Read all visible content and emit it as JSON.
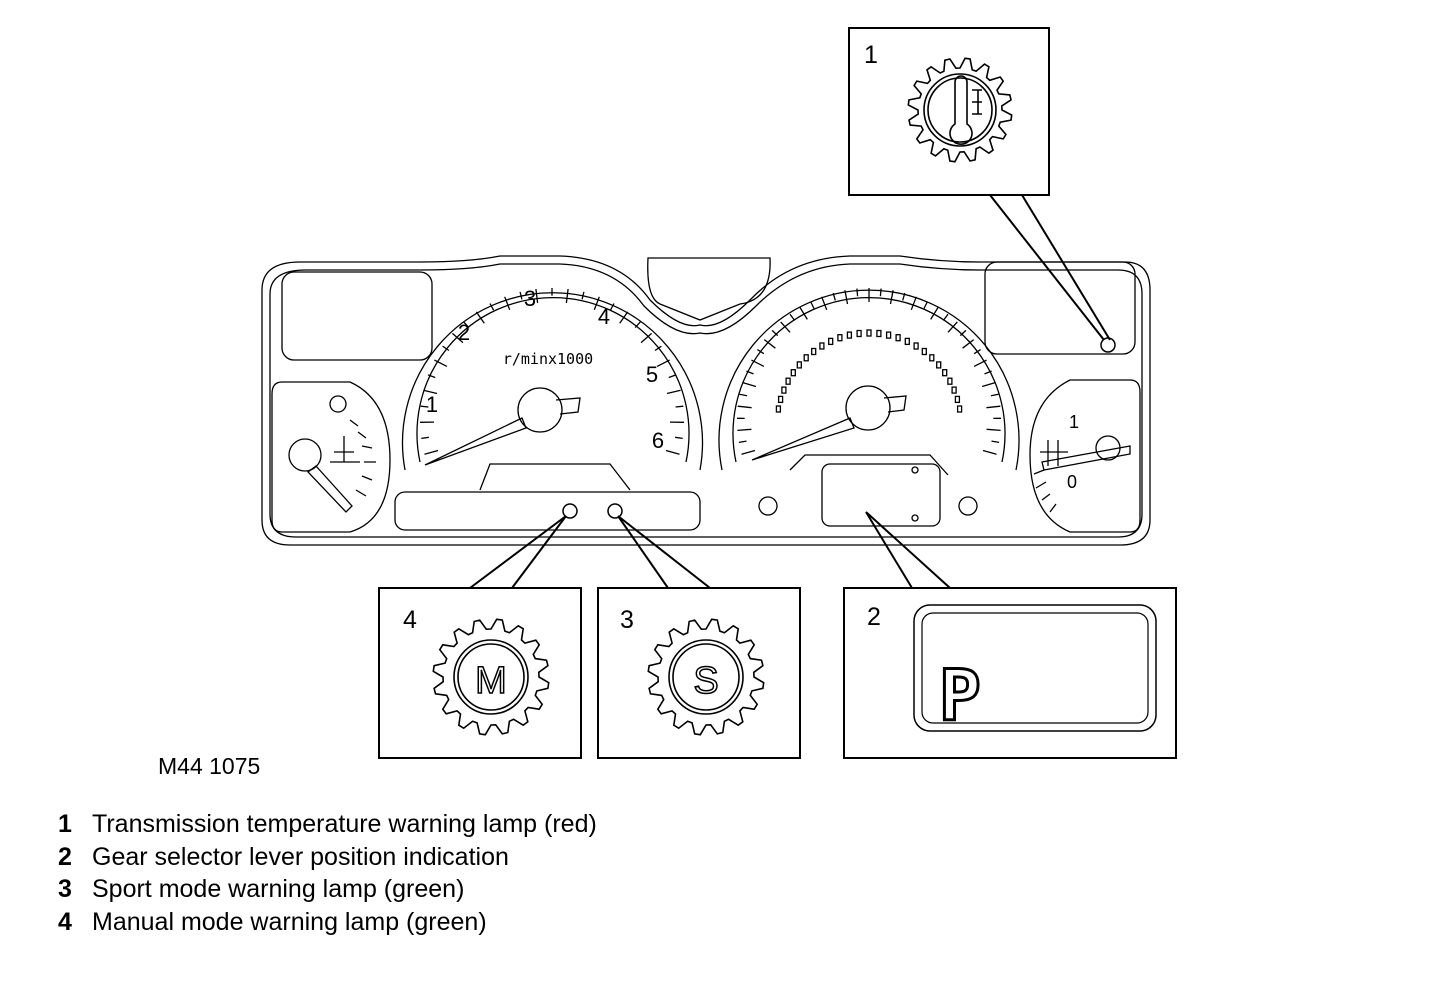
{
  "figure_id": "M44 1075",
  "cluster": {
    "tacho_unit": "r/minx1000",
    "tacho_numbers": [
      "1",
      "2",
      "3",
      "4",
      "5",
      "6"
    ],
    "fuel_scale": [
      "1",
      "0"
    ]
  },
  "callouts": {
    "c1": {
      "number": "1",
      "icon": "thermometer-gear-icon"
    },
    "c2": {
      "number": "2",
      "display_char": "P"
    },
    "c3": {
      "number": "3",
      "icon_letter": "S"
    },
    "c4": {
      "number": "4",
      "icon_letter": "M"
    }
  },
  "legend": [
    {
      "num": "1",
      "text": "Transmission temperature warning lamp (red)"
    },
    {
      "num": "2",
      "text": "Gear selector lever position indication"
    },
    {
      "num": "3",
      "text": "Sport mode warning lamp (green)"
    },
    {
      "num": "4",
      "text": "Manual mode warning lamp (green)"
    }
  ]
}
